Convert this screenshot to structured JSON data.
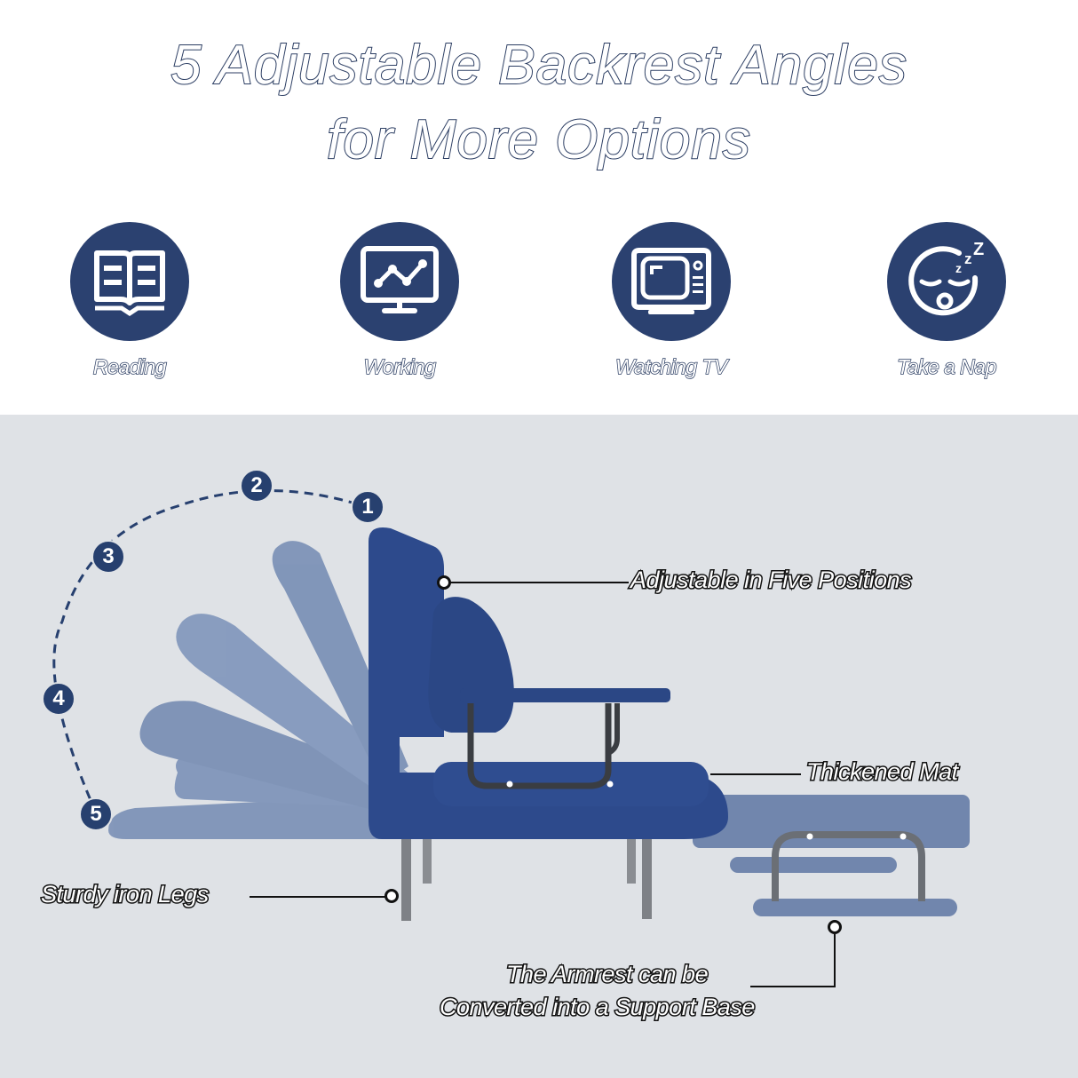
{
  "header": {
    "title_line1": "5 Adjustable Backrest Angles",
    "title_line2": "for More Options"
  },
  "use_cases": [
    {
      "label": "Reading",
      "icon": "open-book-icon"
    },
    {
      "label": "Working",
      "icon": "monitor-chart-icon"
    },
    {
      "label": "Watching TV",
      "icon": "tv-icon"
    },
    {
      "label": "Take a Nap",
      "icon": "sleeping-face-icon"
    }
  ],
  "positions": [
    "1",
    "2",
    "3",
    "4",
    "5"
  ],
  "callouts": {
    "backrest": "Adjustable in Five Positions",
    "mat": "Thickened Mat",
    "legs": "Sturdy iron Legs",
    "armrest_line1": "The Armrest can be",
    "armrest_line2": "Converted into a Support Base"
  },
  "colors": {
    "brand_navy": "#2b4170",
    "sofa_blue": "#2d4a8c",
    "sofa_ghost": "#7f94b8",
    "panel_bg": "#dfe2e6",
    "metal": "#6b6f75"
  }
}
